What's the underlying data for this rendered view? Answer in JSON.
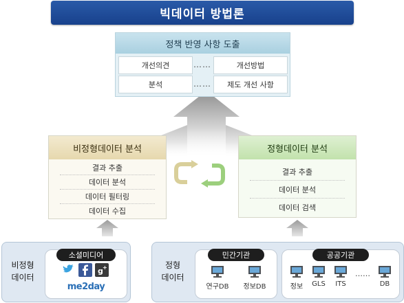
{
  "title": "빅데이터 방법론",
  "policy": {
    "header": "정책 반영 사항 도출",
    "rows": [
      {
        "left": "개선의견",
        "dots": "……",
        "right": "개선방법"
      },
      {
        "left": "분석",
        "dots": "……",
        "right": "제도 개선 사항"
      }
    ]
  },
  "unstructured_analysis": {
    "header": "비정형데이터 분석",
    "items": [
      "결과 추출",
      "데이터 분석",
      "데이터 필터링",
      "데이터 수집"
    ]
  },
  "structured_analysis": {
    "header": "정형데이터 분석",
    "items": [
      "결과 추출",
      "데이터 분석",
      "데이터 검색"
    ]
  },
  "unstructured_source": {
    "label_line1": "비정형",
    "label_line2": "데이터",
    "group_title": "소셜미디어",
    "brand": "me2day",
    "social_icons": [
      "twitter-icon",
      "facebook-icon",
      "google-plus-icon"
    ]
  },
  "structured_source": {
    "label_line1": "정형",
    "label_line2": "데이터",
    "private": {
      "title": "민간기관",
      "items": [
        "연구DB",
        "정보DB"
      ]
    },
    "public": {
      "title": "공공기관",
      "items": [
        "정보",
        "GLS",
        "ITS",
        "DB"
      ],
      "ellipsis": "……"
    }
  },
  "colors": {
    "title_bg": "#1f4c9a",
    "policy_header": "#b7d9e6",
    "unstructured_header": "#eee2c2",
    "structured_header": "#cfe8c0",
    "cycle_left": "#d9cf9a",
    "cycle_right": "#9ccf7d",
    "source_bg": "#dfe8f2"
  }
}
